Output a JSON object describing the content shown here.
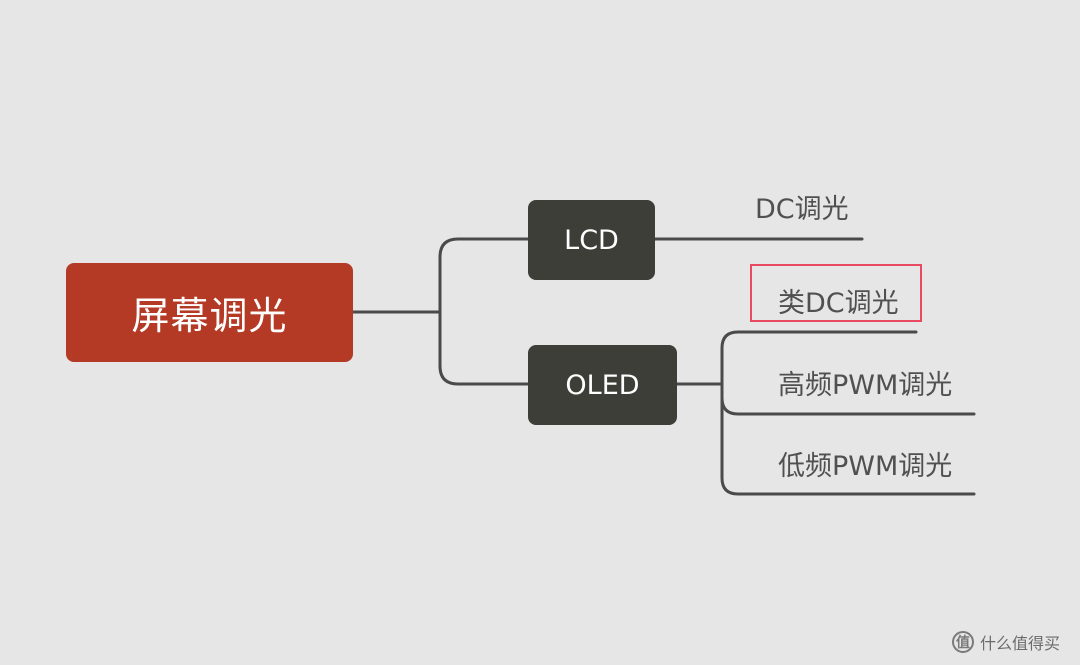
{
  "root": {
    "label": "屏幕调光"
  },
  "branches": {
    "lcd": {
      "label": "LCD",
      "children": [
        "DC调光"
      ]
    },
    "oled": {
      "label": "OLED",
      "children": [
        "类DC调光",
        "高频PWM调光",
        "低频PWM调光"
      ]
    }
  },
  "highlight": {
    "target": "类DC调光",
    "color": "#e84a5f"
  },
  "colors": {
    "background": "#e6e6e6",
    "root_fill": "#b53a25",
    "branch_fill": "#3e3e39",
    "connector": "#4a4a4a",
    "leaf_text": "#505050"
  },
  "watermark": {
    "logo": "值",
    "text": "什么值得买"
  }
}
